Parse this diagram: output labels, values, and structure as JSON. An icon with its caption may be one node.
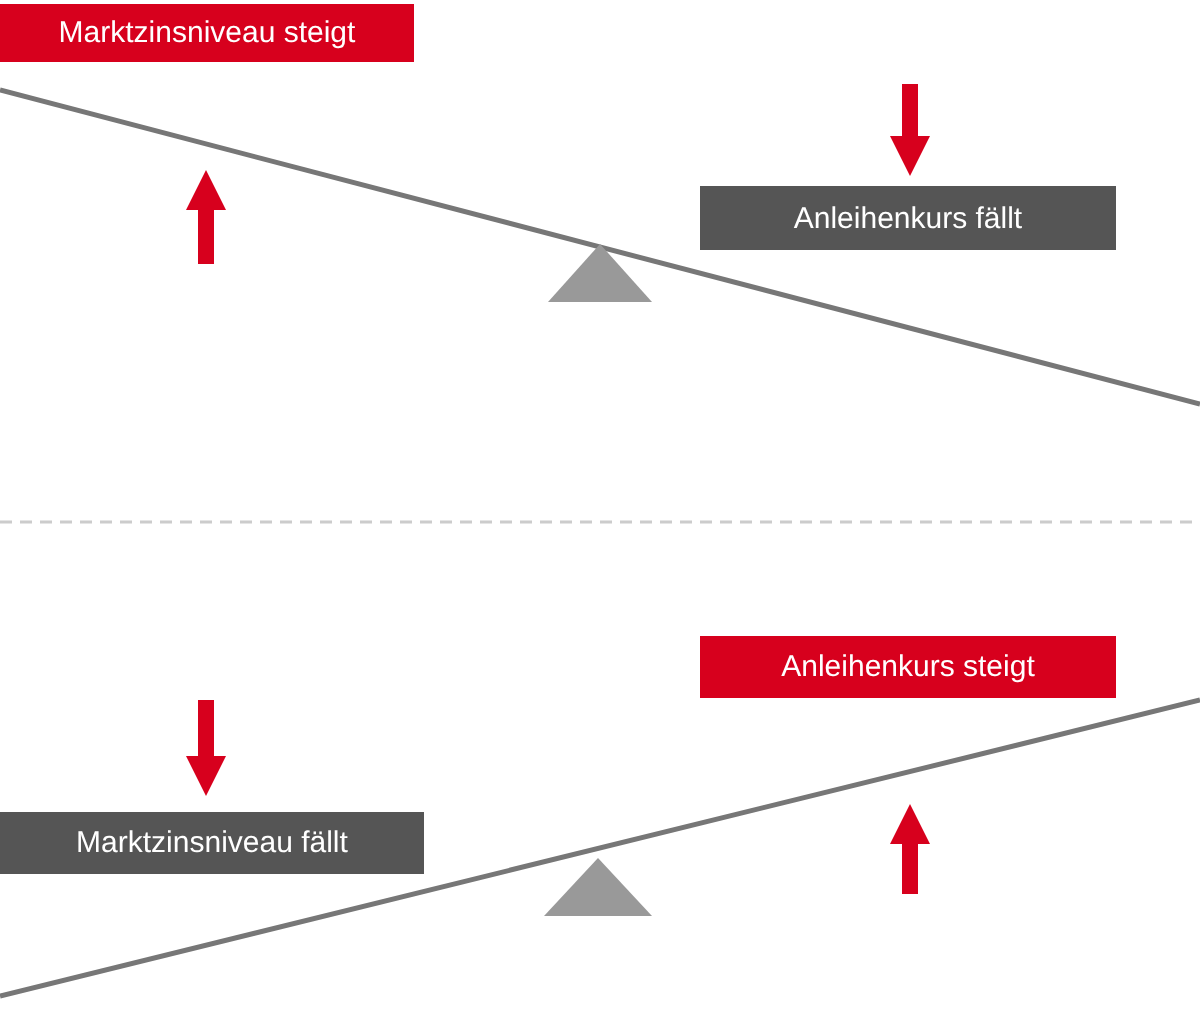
{
  "diagram": {
    "nodes": [
      {
        "text": [
          "Marktzinsniveau steigt"
        ]
      },
      {
        "text": [
          "Anleihenkurs fällt"
        ]
      },
      {
        "text": [
          "Anleihenkurs steigt"
        ]
      },
      {
        "text": [
          "Marktzinsniveau fällt"
        ]
      }
    ],
    "edges": []
  }
}
